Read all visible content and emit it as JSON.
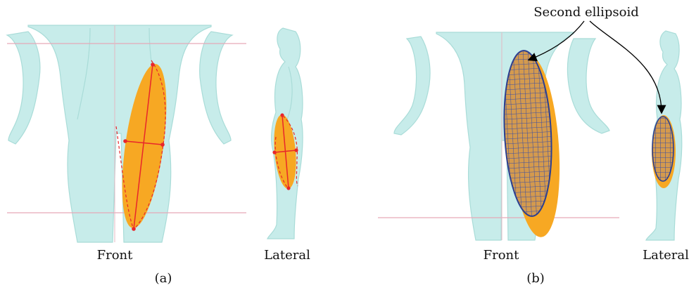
{
  "panel_a": {
    "front_label": "Front",
    "lateral_label": "Lateral",
    "caption": "(a)"
  },
  "panel_b": {
    "front_label": "Front",
    "lateral_label": "Lateral",
    "caption": "(b)",
    "annotation": "Second ellipsoid"
  },
  "colors": {
    "body": "#c7ecea",
    "ellipse": "#f7a823",
    "axis": "#e8262b",
    "mesh": "#3c4fa3",
    "guide": "#e6a9b8"
  }
}
